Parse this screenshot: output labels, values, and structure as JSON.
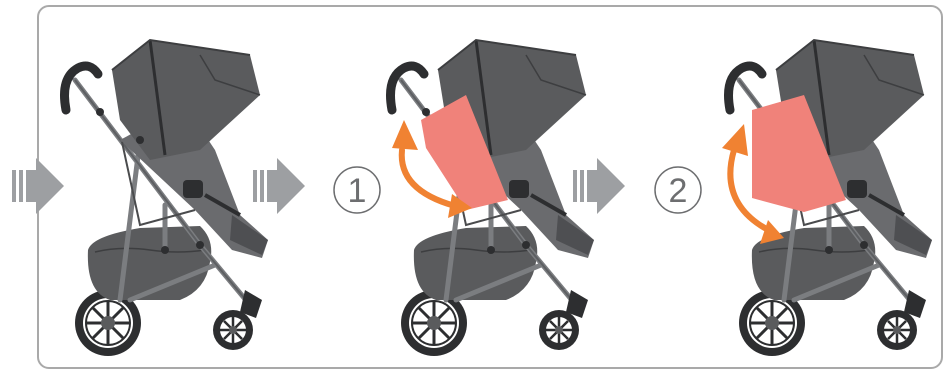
{
  "steps": [
    {
      "label": "1"
    },
    {
      "label": "2"
    }
  ],
  "colors": {
    "frame_border": "#a9a9a9",
    "arrow_gray": "#9d9fa2",
    "motion_arrow": "#f08232",
    "highlight_panel": "#f0827a",
    "stroller_fabric": "#5a5b5d",
    "stroller_frame": "#7b7d80",
    "wheel": "#2d2e30"
  },
  "icons": [
    "go-next-arrow-icon",
    "step-badge-icon",
    "double-headed-curved-arrow-icon",
    "stroller-illustration"
  ]
}
